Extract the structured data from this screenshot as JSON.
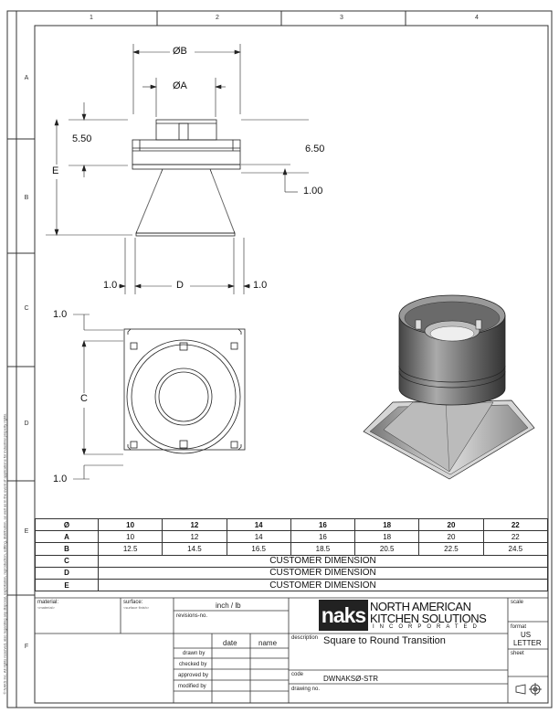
{
  "zones": {
    "cols": [
      "1",
      "2",
      "3",
      "4"
    ],
    "rows": [
      "A",
      "B",
      "C",
      "D",
      "E",
      "F"
    ]
  },
  "dims": {
    "phi_b": "ØB",
    "phi_a": "ØA",
    "d550": "5.50",
    "e": "E",
    "d650": "6.50",
    "d100": "1.00",
    "left10": "1.0",
    "d": "D",
    "right10": "1.0",
    "top10": "1.0",
    "c": "C",
    "bot10": "1.0"
  },
  "table": {
    "header": [
      "Ø",
      "10",
      "12",
      "14",
      "16",
      "18",
      "20",
      "22"
    ],
    "rows": [
      {
        "label": "A",
        "cells": [
          "10",
          "12",
          "14",
          "16",
          "18",
          "20",
          "22"
        ]
      },
      {
        "label": "B",
        "cells": [
          "12.5",
          "14.5",
          "16.5",
          "18.5",
          "20.5",
          "22.5",
          "24.5"
        ]
      }
    ],
    "customer_rows": [
      {
        "label": "C",
        "text": "CUSTOMER DIMENSION"
      },
      {
        "label": "D",
        "text": "CUSTOMER DIMENSION"
      },
      {
        "label": "E",
        "text": "CUSTOMER DIMENSION"
      }
    ]
  },
  "titleblock": {
    "material_label": "material:",
    "material_value": "<material>",
    "surface_label": "surface:",
    "surface_value": "<surface finish>",
    "units": "inch / lb",
    "revisions": "revisions-no.",
    "date_hdr": "date",
    "name_hdr": "name",
    "drawn_by": "drawn by",
    "checked_by": "checked by",
    "approved_by": "approved by",
    "modified_by": "modified by",
    "company_line1": "NORTH AMERICAN",
    "company_line2": "KITCHEN SOLUTIONS",
    "company_line3": "INCORPORATED",
    "logo_text": "naks",
    "description_label": "description",
    "description": "Square to Round Transition",
    "code_label": "code",
    "code": "DWNAKSØ-STR",
    "drawing_no_label": "drawing no.",
    "scale_label": "scale",
    "format_label": "format",
    "format_value_1": "US",
    "format_value_2": "LETTER",
    "sheet_label": "sheet"
  },
  "side_note": "© NAKS Inc. All rights reserved, also regarding any disposal, exploitation, reproduction, editing, distribution, as well as in the event of applications for industrial property rights."
}
